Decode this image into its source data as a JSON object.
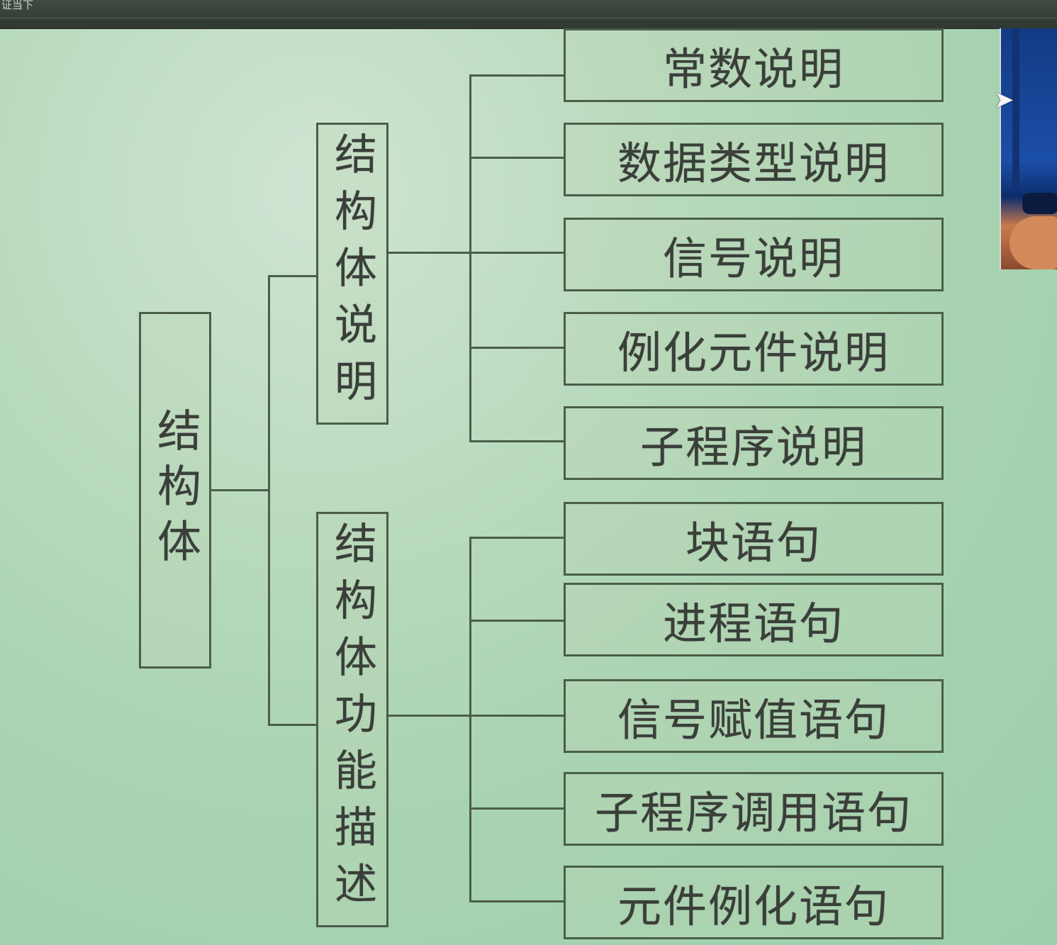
{
  "window": {
    "caption": "证当下"
  },
  "diagram": {
    "root": "结构体",
    "groups": [
      {
        "label": "结构体说明",
        "items": [
          "常数说明",
          "数据类型说明",
          "信号说明",
          "例化元件说明",
          "子程序说明"
        ]
      },
      {
        "label": "结构体功能描述",
        "items": [
          "块语句",
          "进程语句",
          "信号赋值语句",
          "子程序调用语句",
          "元件例化语句"
        ]
      }
    ]
  },
  "colors": {
    "line": "#4a5e48",
    "text": "#3a3f3a",
    "background": "#b7d9bd"
  }
}
